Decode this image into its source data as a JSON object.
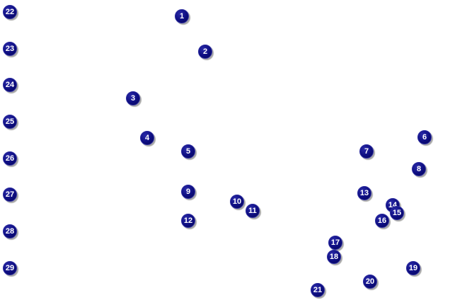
{
  "marker_color": "#0d0d80",
  "marker_text_color": "#ffffff",
  "markers": [
    {
      "label": "1"
    },
    {
      "label": "2"
    },
    {
      "label": "3"
    },
    {
      "label": "4"
    },
    {
      "label": "5"
    },
    {
      "label": "6"
    },
    {
      "label": "7"
    },
    {
      "label": "8"
    },
    {
      "label": "9"
    },
    {
      "label": "10"
    },
    {
      "label": "11"
    },
    {
      "label": "12"
    },
    {
      "label": "13"
    },
    {
      "label": "14"
    },
    {
      "label": "15"
    },
    {
      "label": "16"
    },
    {
      "label": "17"
    },
    {
      "label": "18"
    },
    {
      "label": "19"
    },
    {
      "label": "20"
    },
    {
      "label": "21"
    },
    {
      "label": "22"
    },
    {
      "label": "23"
    },
    {
      "label": "24"
    },
    {
      "label": "25"
    },
    {
      "label": "26"
    },
    {
      "label": "27"
    },
    {
      "label": "28"
    },
    {
      "label": "29"
    }
  ]
}
